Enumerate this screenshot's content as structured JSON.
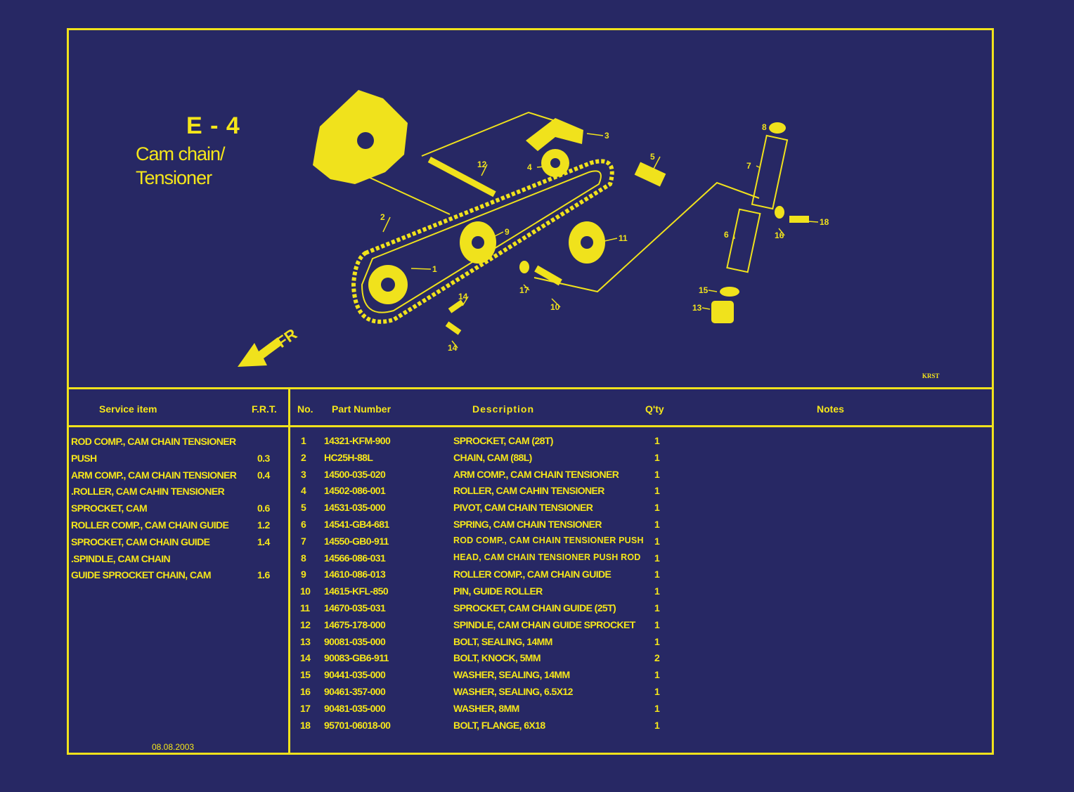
{
  "page": {
    "code": "E - 4",
    "title_line1": "Cam chain/",
    "title_line2": "Tensioner",
    "ref_code": "KRST",
    "direction_label": "FR",
    "date": "08.08.2003"
  },
  "diagram_labels": [
    "1",
    "2",
    "3",
    "4",
    "5",
    "6",
    "7",
    "8",
    "9",
    "10",
    "11",
    "12",
    "13",
    "14",
    "14",
    "15",
    "16",
    "17",
    "18"
  ],
  "service_table": {
    "headers": {
      "item": "Service item",
      "frt": "F.R.T."
    },
    "rows": [
      {
        "item": "ROD COMP., CAM CHAIN TENSIONER",
        "frt": ""
      },
      {
        "item": "PUSH",
        "frt": "0.3"
      },
      {
        "item": "ARM COMP., CAM CHAIN TENSIONER",
        "frt": "0.4"
      },
      {
        "item": ".ROLLER, CAM CAHIN TENSIONER",
        "frt": ""
      },
      {
        "item": "SPROCKET, CAM",
        "frt": "0.6"
      },
      {
        "item": "ROLLER COMP., CAM CHAIN GUIDE",
        "frt": "1.2"
      },
      {
        "item": "SPROCKET, CAM CHAIN GUIDE",
        "frt": "1.4"
      },
      {
        "item": ".SPINDLE, CAM CHAIN",
        "frt": ""
      },
      {
        "item": "GUIDE SPROCKET CHAIN, CAM",
        "frt": "1.6"
      }
    ]
  },
  "parts_table": {
    "headers": {
      "no": "No.",
      "part": "Part Number",
      "desc": "Description",
      "qty": "Q'ty",
      "notes": "Notes"
    },
    "rows": [
      {
        "no": "1",
        "part": "14321-KFM-900",
        "desc": "SPROCKET, CAM (28T)",
        "qty": "1"
      },
      {
        "no": "2",
        "part": "HC25H-88L",
        "desc": "CHAIN, CAM (88L)",
        "qty": "1"
      },
      {
        "no": "3",
        "part": "14500-035-020",
        "desc": "ARM COMP., CAM CHAIN TENSIONER",
        "qty": "1"
      },
      {
        "no": "4",
        "part": "14502-086-001",
        "desc": "ROLLER, CAM CAHIN TENSIONER",
        "qty": "1"
      },
      {
        "no": "5",
        "part": "14531-035-000",
        "desc": "PIVOT, CAM CHAIN TENSIONER",
        "qty": "1"
      },
      {
        "no": "6",
        "part": "14541-GB4-681",
        "desc": "SPRING, CAM CHAIN TENSIONER",
        "qty": "1"
      },
      {
        "no": "7",
        "part": "14550-GB0-911",
        "desc": "ROD COMP., CAM CHAIN TENSIONER PUSH",
        "qty": "1"
      },
      {
        "no": "8",
        "part": "14566-086-031",
        "desc": "HEAD, CAM CHAIN TENSIONER PUSH ROD",
        "qty": "1"
      },
      {
        "no": "9",
        "part": "14610-086-013",
        "desc": "ROLLER COMP., CAM CHAIN GUIDE",
        "qty": "1"
      },
      {
        "no": "10",
        "part": "14615-KFL-850",
        "desc": "PIN, GUIDE ROLLER",
        "qty": "1"
      },
      {
        "no": "11",
        "part": "14670-035-031",
        "desc": "SPROCKET, CAM CHAIN GUIDE (25T)",
        "qty": "1"
      },
      {
        "no": "12",
        "part": "14675-178-000",
        "desc": "SPINDLE, CAM CHAIN GUIDE SPROCKET",
        "qty": "1"
      },
      {
        "no": "13",
        "part": "90081-035-000",
        "desc": "BOLT, SEALING, 14MM",
        "qty": "1"
      },
      {
        "no": "14",
        "part": "90083-GB6-911",
        "desc": "BOLT, KNOCK, 5MM",
        "qty": "2"
      },
      {
        "no": "15",
        "part": "90441-035-000",
        "desc": "WASHER, SEALING, 14MM",
        "qty": "1"
      },
      {
        "no": "16",
        "part": "90461-357-000",
        "desc": "WASHER, SEALING, 6.5X12",
        "qty": "1"
      },
      {
        "no": "17",
        "part": "90481-035-000",
        "desc": "WASHER, 8MM",
        "qty": "1"
      },
      {
        "no": "18",
        "part": "95701-06018-00",
        "desc": "BOLT, FLANGE, 6X18",
        "qty": "1"
      }
    ]
  },
  "colors": {
    "background": "#272864",
    "ink": "#f5e61a"
  }
}
